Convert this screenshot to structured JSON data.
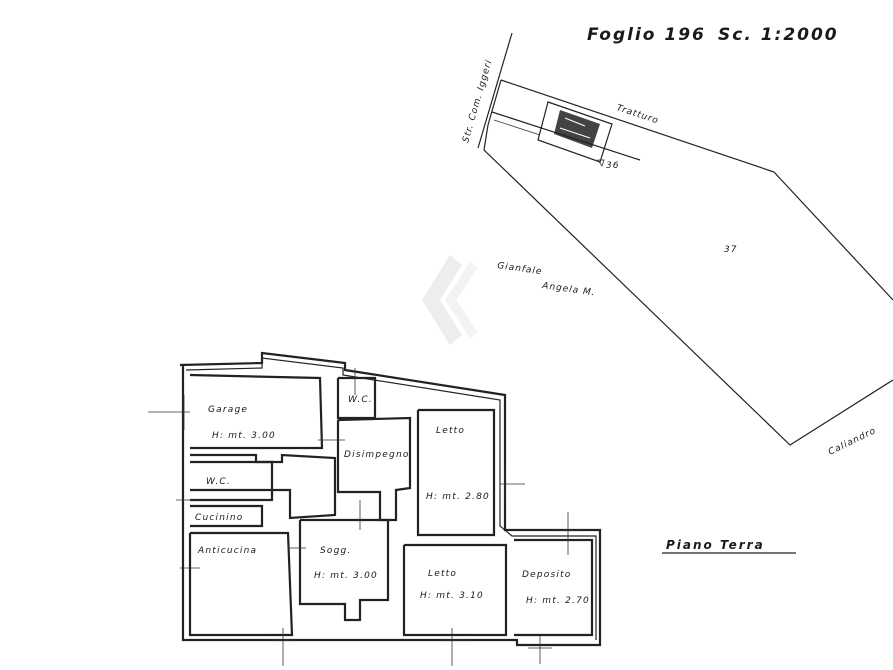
{
  "header": {
    "sheet": "Foglio 196",
    "scale": "Sc. 1:2000"
  },
  "site": {
    "road_label": "Str. Com. Iggeri",
    "north_boundary": "Tratturo",
    "parcel_36": "36",
    "parcel_37": "37",
    "neighbor_line1": "Gianfale",
    "neighbor_line2": "Angela M.",
    "east_neighbor": "Caliandro"
  },
  "floor_plan": {
    "level_title": "Piano Terra",
    "rooms": {
      "garage": {
        "name": "Garage",
        "height": "H: mt. 3.00"
      },
      "wc_top": {
        "name": "W.C."
      },
      "disimpegno": {
        "name": "Disimpegno"
      },
      "letto_1": {
        "name": "Letto",
        "height": "H: mt. 2.80"
      },
      "wc_left": {
        "name": "W.C."
      },
      "cucinino": {
        "name": "Cucinino"
      },
      "anticucina": {
        "name": "Anticucina"
      },
      "sogg": {
        "name": "Sogg.",
        "height": "H: mt. 3.00"
      },
      "letto_2": {
        "name": "Letto",
        "height": "H: mt. 3.10"
      },
      "deposito": {
        "name": "Deposito",
        "height": "H: mt. 2.70"
      }
    }
  },
  "colors": {
    "ink": "#1a1a1a",
    "watermark": "#e6e6e6"
  }
}
